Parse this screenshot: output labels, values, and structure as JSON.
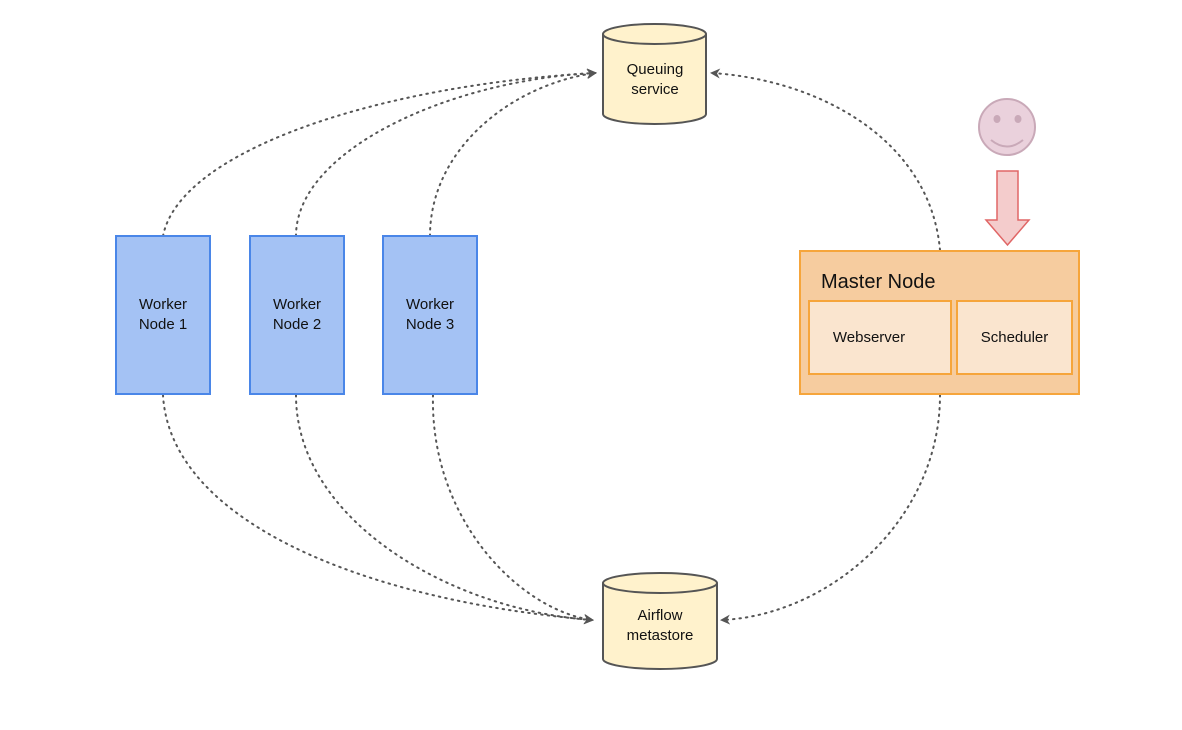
{
  "colors": {
    "worker_fill": "#a4c2f4",
    "worker_stroke": "#4a86e8",
    "db_fill": "#fff2cc",
    "db_stroke": "#555555",
    "master_fill": "#f6cc9f",
    "master_stroke": "#f6a53b",
    "component_fill": "#fae5cf",
    "arrow_stroke": "#555555",
    "user_fill": "#ead1dc",
    "user_stroke": "#c9a9b8",
    "user_arrow_fill": "#f4cccc",
    "user_arrow_stroke": "#e06666"
  },
  "queue": {
    "label": "Queuing\nservice"
  },
  "metastore": {
    "label": "Airflow\nmetastore"
  },
  "workers": [
    {
      "label": "Worker\nNode 1"
    },
    {
      "label": "Worker\nNode 2"
    },
    {
      "label": "Worker\nNode 3"
    }
  ],
  "master": {
    "title": "Master Node",
    "webserver": "Webserver",
    "scheduler": "Scheduler"
  },
  "user": {
    "icon": "smiley-user-icon"
  }
}
